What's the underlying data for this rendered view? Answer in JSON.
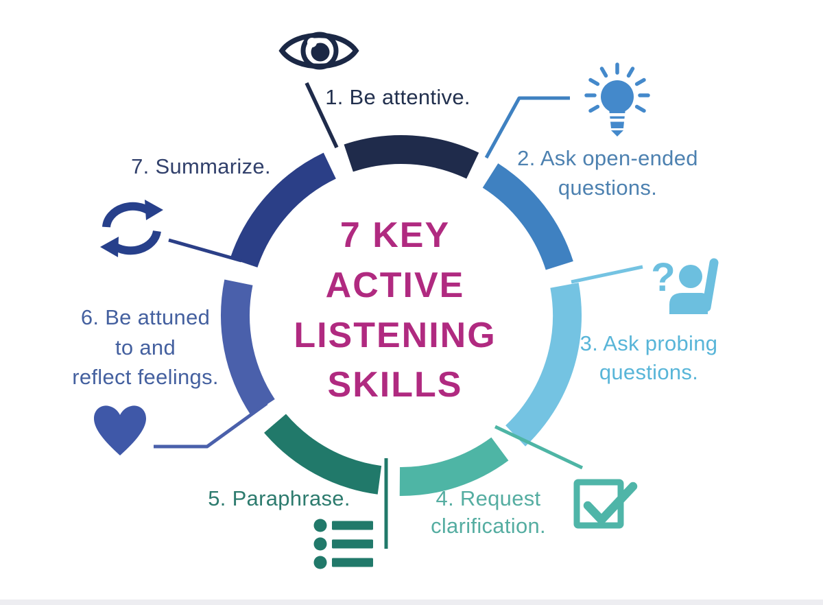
{
  "background": "#ffffff",
  "footer_strip_color": "#ededf1",
  "title": {
    "lines": [
      "7 KEY",
      "ACTIVE",
      "LISTENING",
      "SKILLS"
    ],
    "color": "#b02a80"
  },
  "items": [
    {
      "id": 1,
      "label_lines": [
        "1. Be attentive."
      ],
      "text_color": "#22304e",
      "arc_color": "#1f2b4b",
      "icon": "eye-icon",
      "icon_color": "#1b2845"
    },
    {
      "id": 2,
      "label_lines": [
        "2. Ask open-ended",
        "questions."
      ],
      "text_color": "#4d81b0",
      "arc_color": "#3f81c1",
      "icon": "lightbulb-icon",
      "icon_color": "#4489cb"
    },
    {
      "id": 3,
      "label_lines": [
        "3. Ask probing",
        "questions."
      ],
      "text_color": "#58b5d8",
      "arc_color": "#74c3e2",
      "icon": "raised-hand-question-icon",
      "icon_color": "#6cbfdf",
      "icon_glyph": "?"
    },
    {
      "id": 4,
      "label_lines": [
        "4. Request",
        "clarification."
      ],
      "text_color": "#55ada1",
      "arc_color": "#4eb5a5",
      "icon": "checkbox-icon",
      "icon_color": "#4fb5a8"
    },
    {
      "id": 5,
      "label_lines": [
        "5. Paraphrase."
      ],
      "text_color": "#2d7b6e",
      "arc_color": "#21796a",
      "icon": "bullet-list-icon",
      "icon_color": "#21796a"
    },
    {
      "id": 6,
      "label_lines": [
        "6. Be attuned",
        "to and",
        "reflect feelings."
      ],
      "text_color": "#44609f",
      "arc_color": "#4a60ab",
      "icon": "heart-icon",
      "icon_color": "#3f58a8"
    },
    {
      "id": 7,
      "label_lines": [
        "7. Summarize."
      ],
      "text_color": "#31406b",
      "arc_color": "#2b3f87",
      "icon": "cycle-arrows-icon",
      "icon_color": "#27408b"
    }
  ]
}
